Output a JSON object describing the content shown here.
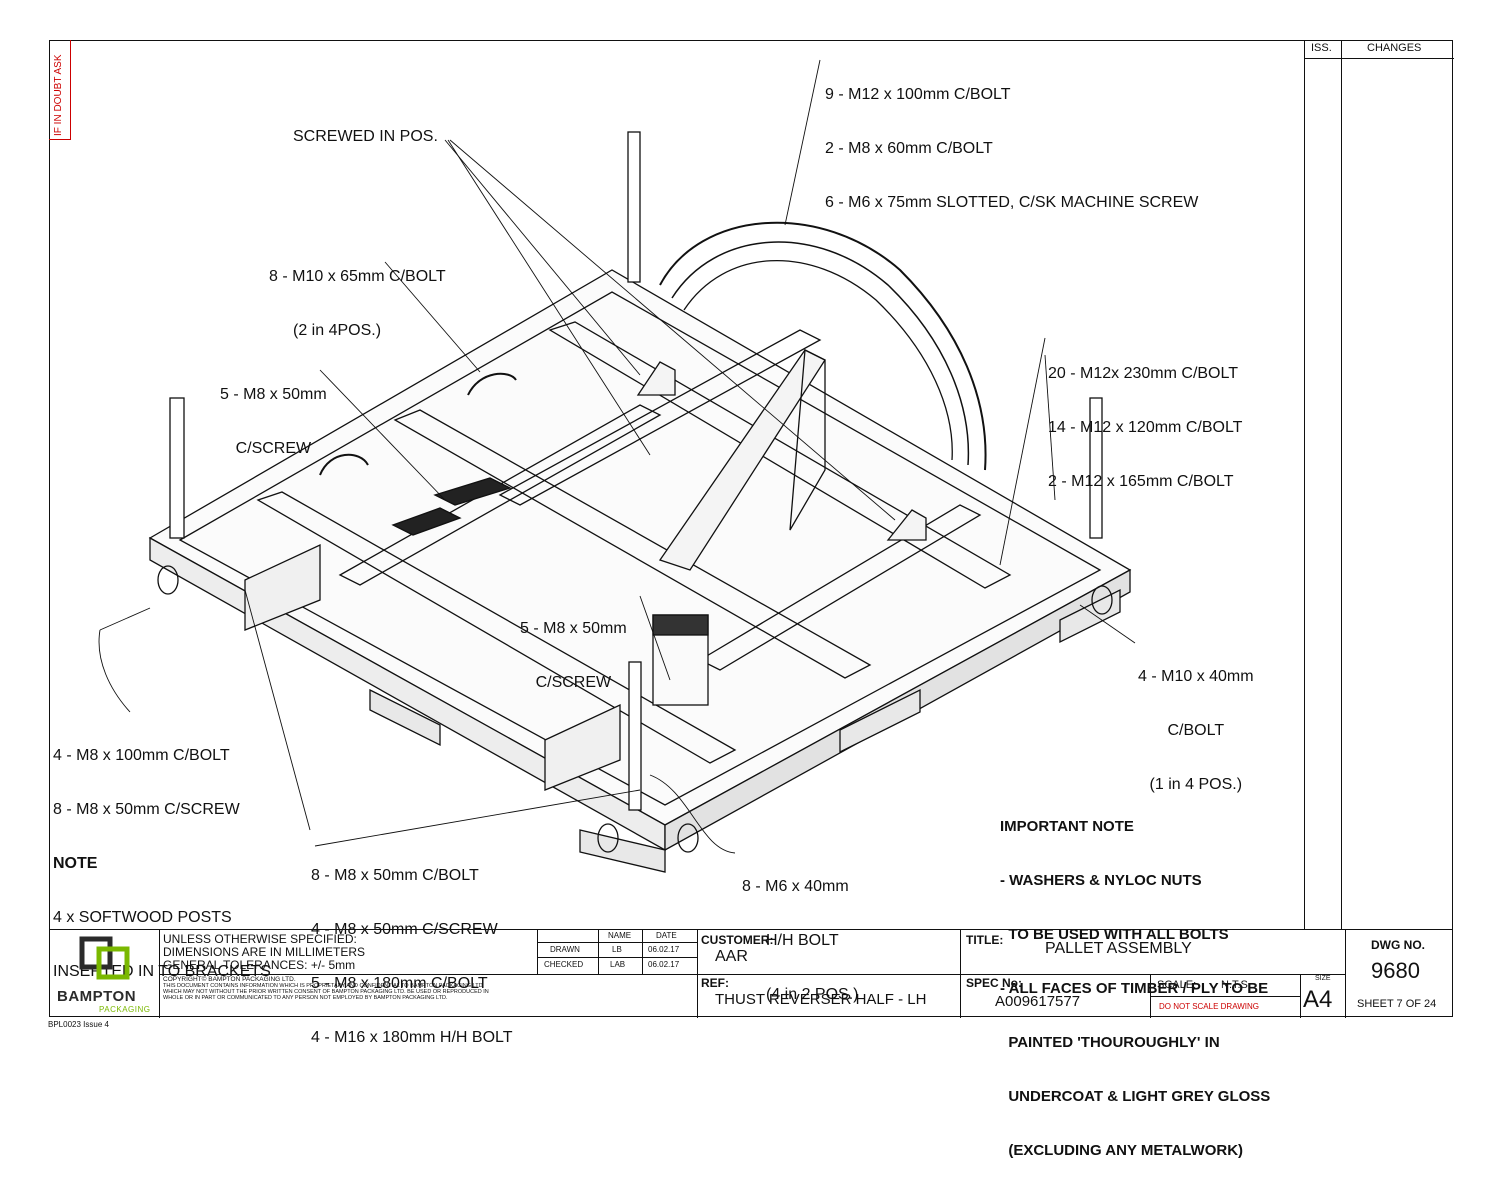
{
  "side_warning": "IF IN DOUBT ASK",
  "revision": {
    "iss_label": "ISS.",
    "changes_label": "CHANGES"
  },
  "callouts": {
    "top_fasteners": [
      "9 - M12 x 100mm C/BOLT",
      "2 - M8 x 60mm C/BOLT",
      "6 - M6 x 75mm SLOTTED, C/SK MACHINE SCREW"
    ],
    "screwed_in_pos": "SCREWED IN POS.",
    "m10_65": [
      "8 - M10 x 65mm C/BOLT",
      "(2 in 4POS.)"
    ],
    "m8_50_screw_left": [
      "5 - M8 x 50mm",
      "C/SCREW"
    ],
    "right_bolts": [
      "20 - M12x 230mm C/BOLT",
      "14 - M12 x 120mm C/BOLT",
      "2 - M12 x 165mm C/BOLT"
    ],
    "m8_50_screw_mid": [
      "5 - M8 x 50mm",
      "C/SCREW"
    ],
    "m10_40": [
      "4 - M10 x 40mm",
      "C/BOLT",
      "(1 in 4 POS.)"
    ],
    "left_bottom": [
      "4 - M8 x 100mm C/BOLT",
      "8 - M8 x 50mm C/SCREW"
    ],
    "left_note_title": "NOTE",
    "left_note": [
      "4 x SOFTWOOD POSTS",
      "INSERTED IN TO BRACKETS"
    ],
    "bottom_center": [
      "8 - M8 x 50mm C/BOLT",
      "4 - M8 x 50mm C/SCREW",
      "5 - M8 x 180mm C/BOLT",
      "4 - M16 x 180mm H/H BOLT"
    ],
    "m6_40": [
      "8 - M6 x 40mm",
      "H/H BOLT",
      "(4 in 2 POS.)"
    ]
  },
  "important_note": {
    "title": "IMPORTANT NOTE",
    "lines": [
      "- WASHERS & NYLOC NUTS",
      "  TO BE USED WITH ALL BOLTS",
      "- ALL FACES OF TIMBER / PLY TO BE",
      "  PAINTED 'THOUROUGHLY' IN",
      "  UNDERCOAT & LIGHT GREY GLOSS",
      "  (EXCLUDING ANY METALWORK)"
    ]
  },
  "title_block": {
    "company_name": "BAMPTON",
    "company_sub": "PACKAGING",
    "tolerances": [
      "UNLESS OTHERWISE SPECIFIED:",
      "DIMENSIONS ARE IN MILLIMETERS",
      "GENERAL TOLERANCES: +/- 5mm"
    ],
    "copyright": [
      "COPYRIGHT© BAMPTON PACKAGING LTD.",
      "THIS DOCUMENT CONTAINS INFORMATION WHICH IS PROPRIETARY AND CONFIDENTIAL TO BAMPTON PACKAGING LTD.",
      "WHICH MAY NOT WITHOUT THE PRIOR WRITTEN CONSENT OF BAMPTON PACKAGING LTD. BE USED OR REPRODUCED IN",
      "WHOLE OR IN PART OR COMMUNICATED TO ANY PERSON NOT EMPLOYED BY BAMPTON PACKAGING LTD."
    ],
    "name_label": "NAME",
    "date_label": "DATE",
    "drawn_label": "DRAWN",
    "drawn_name": "LB",
    "drawn_date": "06.02.17",
    "checked_label": "CHECKED",
    "checked_name": "LAB",
    "checked_date": "06.02.17",
    "customer_label": "CUSTOMER:",
    "customer": "AAR",
    "ref_label": "REF:",
    "ref": "THUST REVERSER HALF - LH",
    "title_label": "TITLE:",
    "title": "PALLET ASSEMBLY",
    "spec_label": "SPEC No:",
    "spec": "A009617577",
    "scale_label": "SCALE:",
    "scale": "N.T.S.",
    "do_not_scale": "DO NOT SCALE DRAWING",
    "size_label": "SIZE",
    "size": "A4",
    "dwg_label": "DWG NO.",
    "dwg_no": "9680",
    "sheet": "SHEET 7 OF 24",
    "form_code": "BPL0023 Issue 4"
  },
  "colors": {
    "logo_green": "#7ab800",
    "logo_dark": "#2b2b2b",
    "warning_red": "#cc0000",
    "line": "#111111"
  }
}
